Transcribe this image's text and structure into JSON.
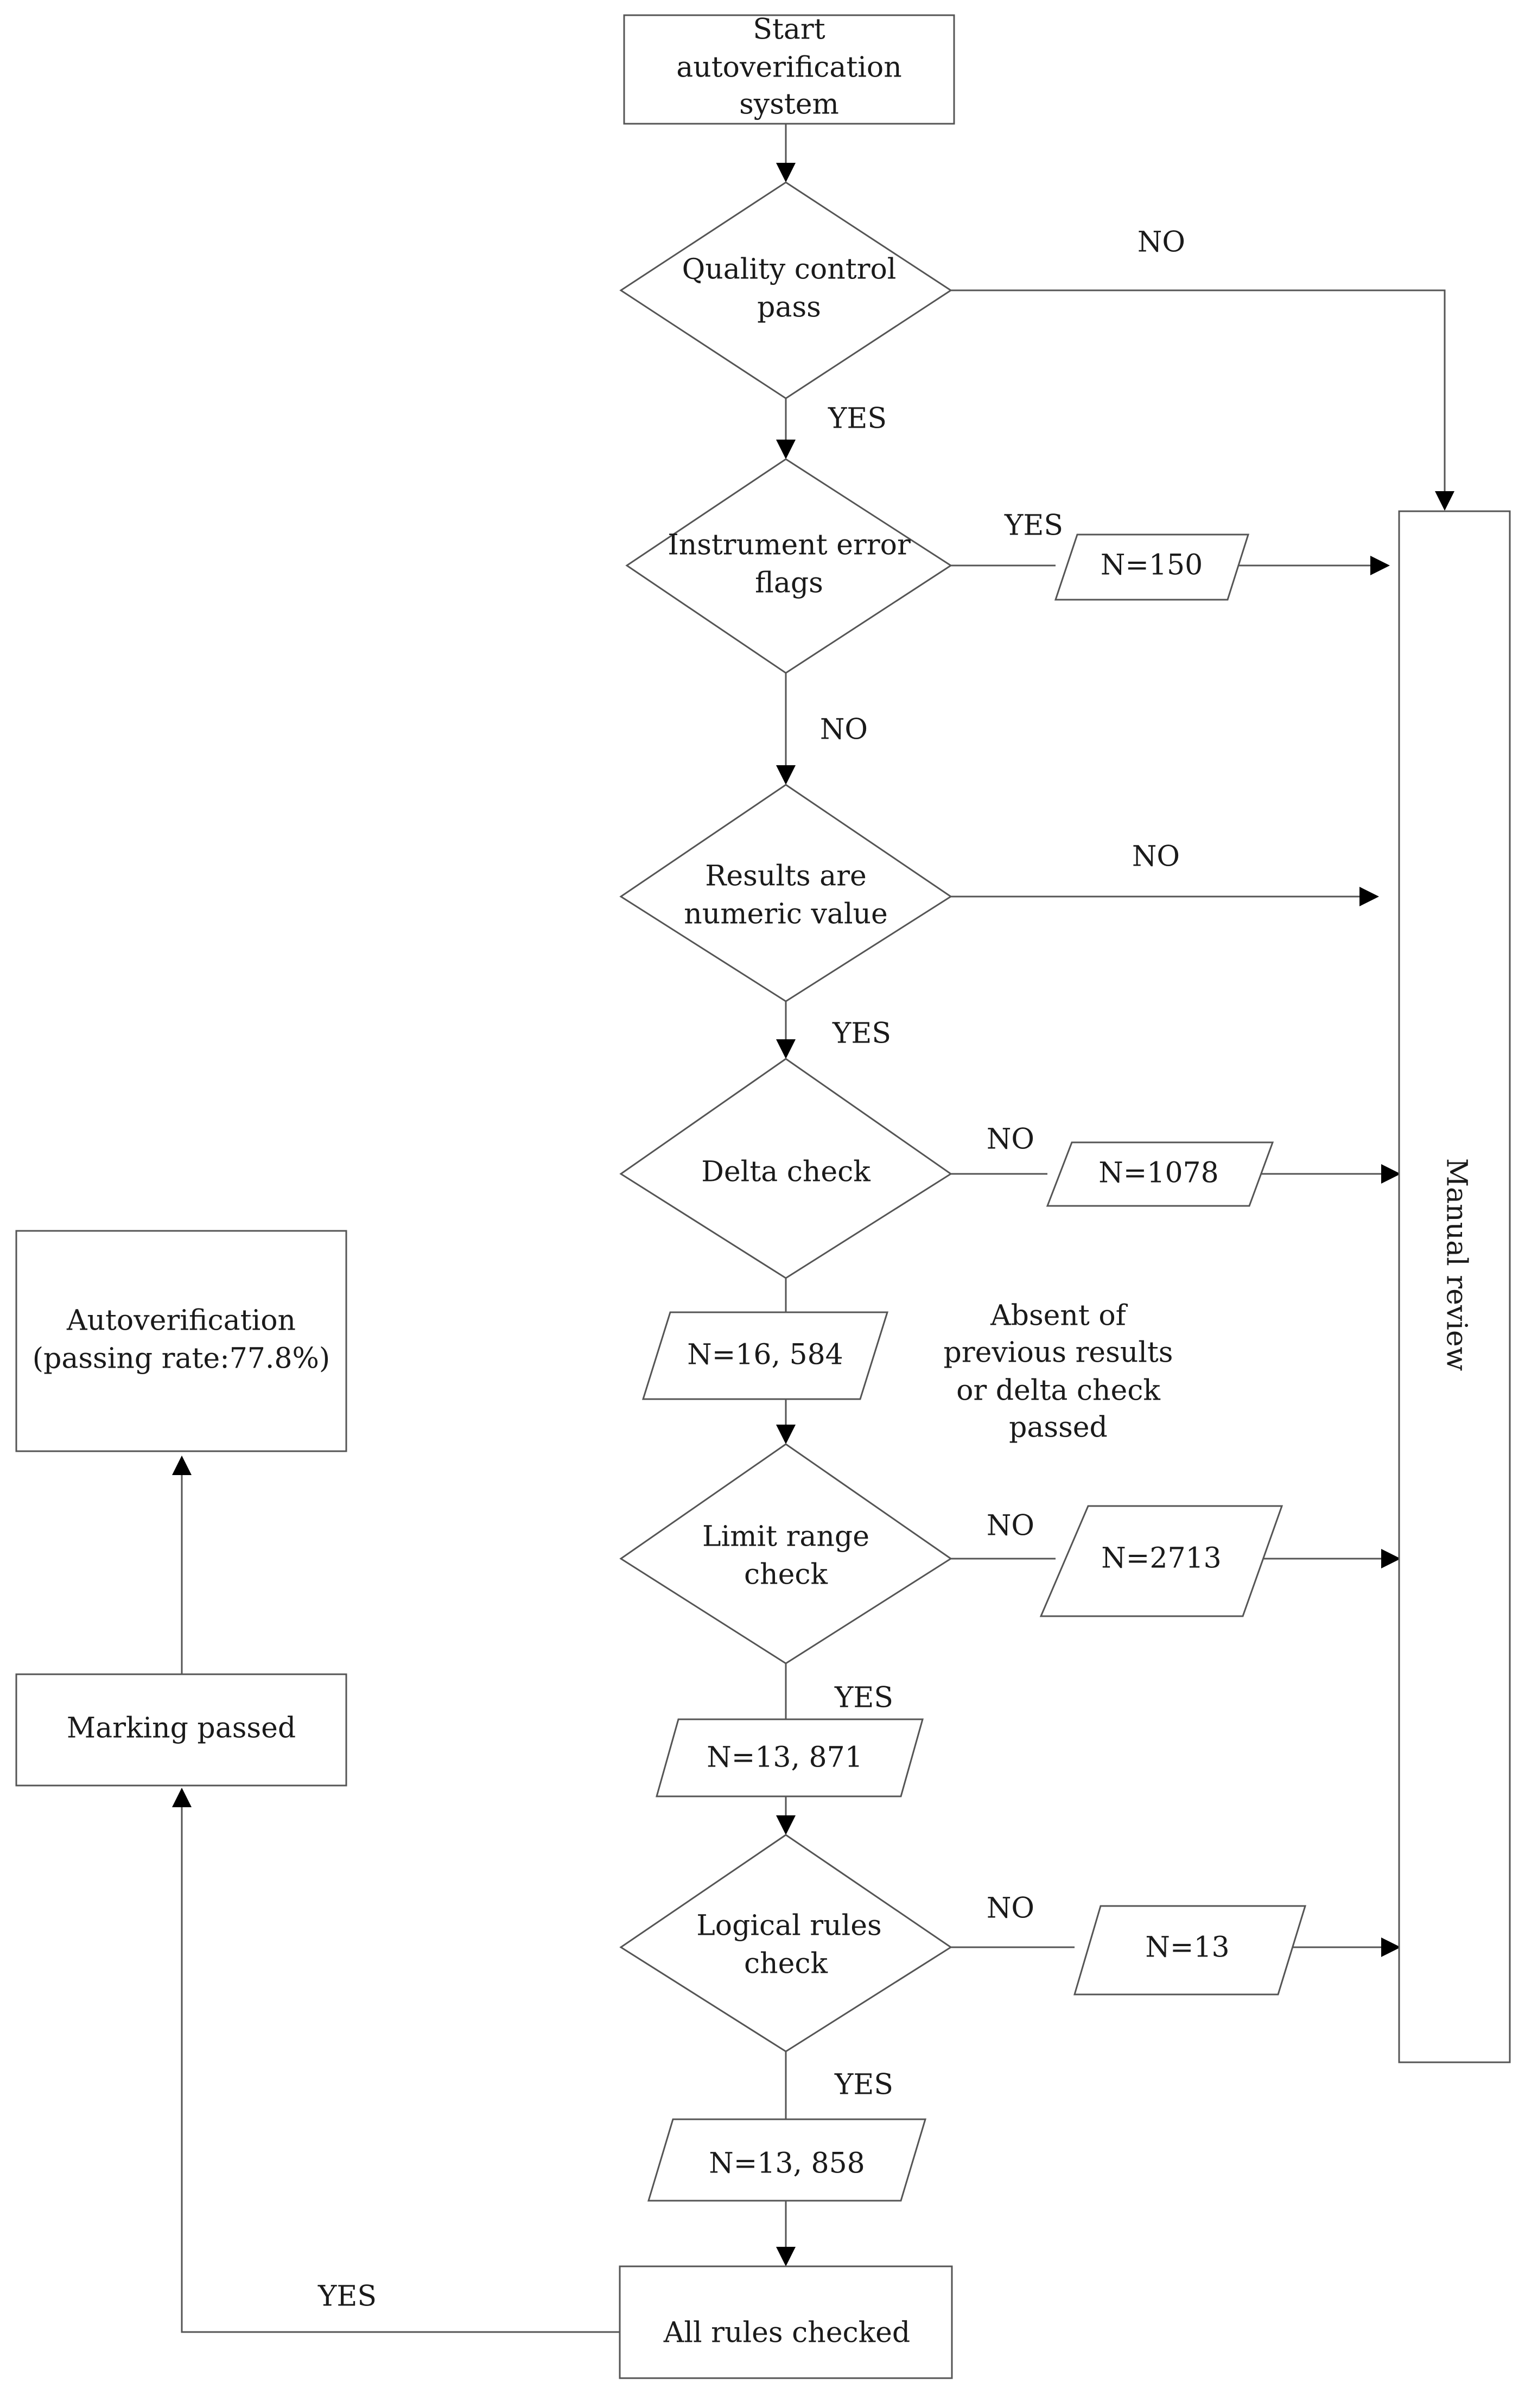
{
  "nodes": {
    "start": [
      "Start",
      "autoverification",
      "system"
    ],
    "qc": [
      "Quality control",
      "pass"
    ],
    "instrument": [
      "Instrument error",
      "flags"
    ],
    "numeric": [
      "Results are",
      "numeric value"
    ],
    "delta": [
      "Delta check"
    ],
    "limit": [
      "Limit range",
      "check"
    ],
    "logical": [
      "Logical rules",
      "check"
    ],
    "all_rules": [
      "All rules checked"
    ],
    "marking": [
      "Marking passed"
    ],
    "autover": [
      "Autoverification",
      "(passing rate:77.8%)"
    ],
    "manual": "Manual review"
  },
  "counts": {
    "n150": "N=150",
    "n1078": "N=1078",
    "n16584": "N=16, 584",
    "n2713": "N=2713",
    "n13871": "N=13, 871",
    "n13": "N=13",
    "n13858": "N=13, 858"
  },
  "edges": {
    "qc_no": "NO",
    "qc_yes": "YES",
    "instrument_yes": "YES",
    "instrument_no": "NO",
    "numeric_no": "NO",
    "numeric_yes": "YES",
    "delta_no": "NO",
    "delta_pass_note": [
      "Absent of",
      "previous results",
      "or delta check",
      "passed"
    ],
    "limit_no": "NO",
    "limit_yes": "YES",
    "logical_no": "NO",
    "logical_yes": "YES",
    "all_yes": "YES"
  }
}
